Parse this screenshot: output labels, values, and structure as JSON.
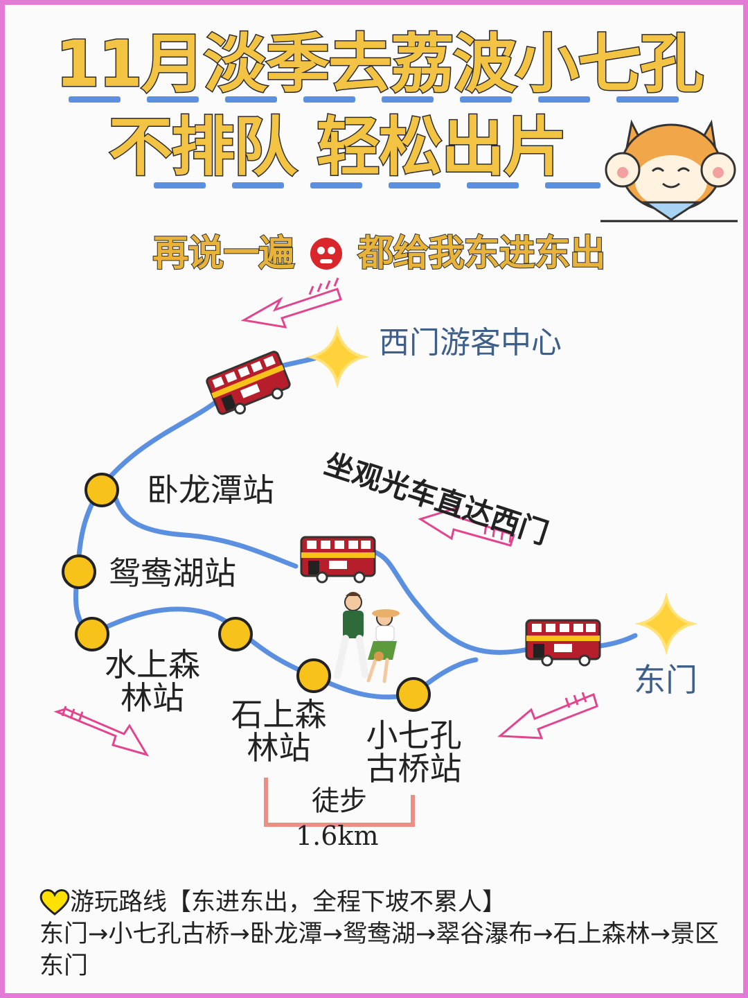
{
  "header": {
    "title_line1": "11月淡季去荔波小七孔",
    "title_line2": "不排队 轻松出片",
    "subtitle_left": "再说一遍",
    "subtitle_right": "都给我东进东出",
    "emoji_icon": "angry-face-icon",
    "mascot_icon": "cat-mascot-icon"
  },
  "map": {
    "west_gate": "西门游客中心",
    "east_gate": "东门",
    "bus_note": "坐观光车直达西门",
    "stations": [
      "卧龙潭站",
      "鸳鸯湖站",
      "水上森林站",
      "石上森林站",
      "小七孔古桥站"
    ],
    "walk_label": "徒步",
    "walk_distance": "1.6km",
    "colors": {
      "route": "#5b8fe0",
      "station": "#f7c21a",
      "arrow": "#e0458e",
      "bus": "#b51e2a",
      "star": "#ffd13b"
    }
  },
  "footer": {
    "heading": "游玩路线【东进东出，全程下坡不累人】",
    "route": "东门→小七孔古桥→卧龙潭→鸳鸯湖→翠谷瀑布→石上森林→景区东门",
    "heart_icon": "yellow-heart-icon"
  }
}
